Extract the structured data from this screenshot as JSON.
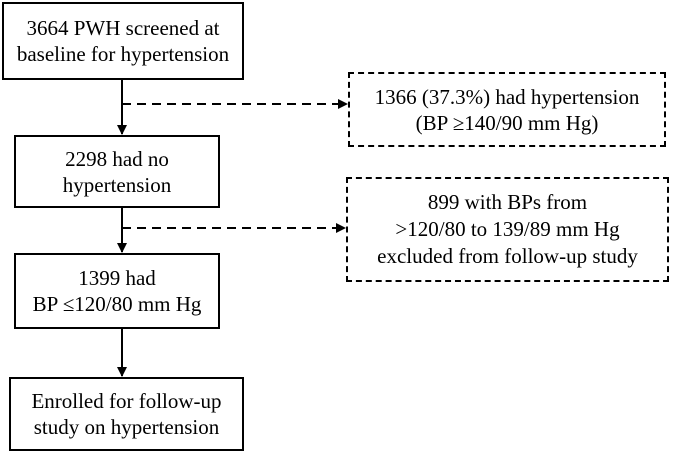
{
  "boxes": {
    "baseline": {
      "line1": "3664 PWH screened at",
      "line2": "baseline for hypertension"
    },
    "no_hypertension": {
      "line1": "2298 had no",
      "line2": "hypertension"
    },
    "normal_bp": {
      "line1": "1399 had",
      "line2": "BP ≤120/80 mm Hg"
    },
    "enrolled": {
      "line1": "Enrolled for follow-up",
      "line2": "study on hypertension"
    },
    "had_hypertension": {
      "line1": "1366 (37.3%) had hypertension",
      "line2": "(BP ≥140/90 mm Hg)"
    },
    "excluded": {
      "line1": "899 with BPs from",
      "line2": ">120/80 to 139/89 mm Hg",
      "line3": "excluded from follow-up study"
    }
  }
}
